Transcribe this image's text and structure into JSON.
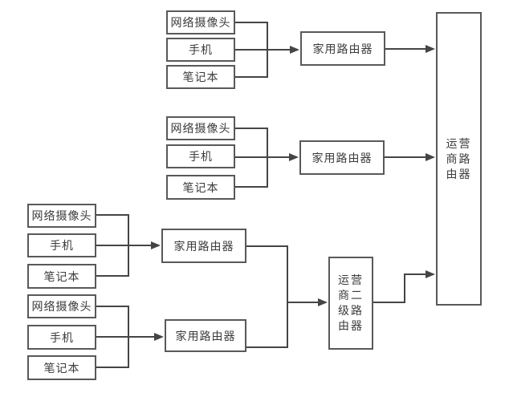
{
  "colors": {
    "box_border": "#595959",
    "connector": "#454545",
    "text": "#3b3b3b",
    "bg": "#ffffff"
  },
  "groups": [
    {
      "devices": [
        "网络摄像头",
        "手机",
        "笔记本"
      ],
      "router": "家用路由器"
    },
    {
      "devices": [
        "网络摄像头",
        "手机",
        "笔记本"
      ],
      "router": "家用路由器"
    },
    {
      "devices": [
        "网络摄像头",
        "手机",
        "笔记本"
      ],
      "router": "家用路由器"
    },
    {
      "devices": [
        "网络摄像头",
        "手机",
        "笔记本"
      ],
      "router": "家用路由器"
    }
  ],
  "core": {
    "isp_router": "运营商路由器",
    "isp_secondary_router": "运营商二级路由器"
  },
  "edges": [
    {
      "from": "group-1-devices",
      "to": "home-router-1"
    },
    {
      "from": "home-router-1",
      "to": "isp-router"
    },
    {
      "from": "group-2-devices",
      "to": "home-router-2"
    },
    {
      "from": "home-router-2",
      "to": "isp-router"
    },
    {
      "from": "group-3-devices",
      "to": "home-router-3"
    },
    {
      "from": "group-4-devices",
      "to": "home-router-4"
    },
    {
      "from": "home-router-3",
      "to": "isp-secondary-router"
    },
    {
      "from": "home-router-4",
      "to": "isp-secondary-router"
    },
    {
      "from": "isp-secondary-router",
      "to": "isp-router"
    }
  ]
}
